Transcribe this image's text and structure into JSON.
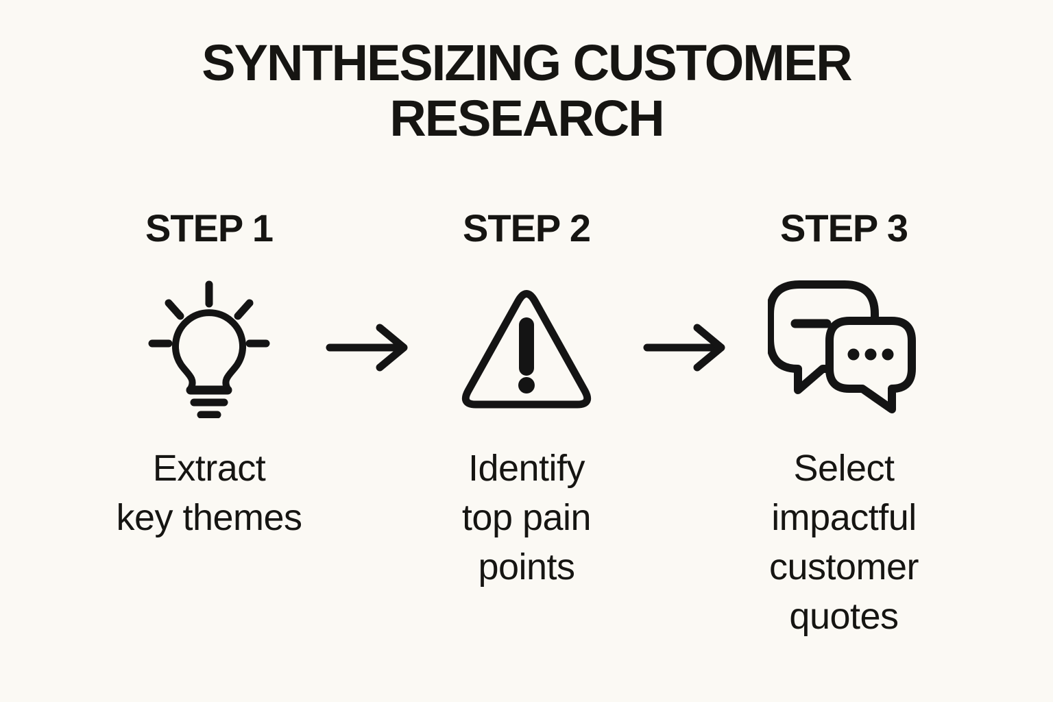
{
  "palette": {
    "background": "#FBF9F4",
    "ink": "#141414"
  },
  "header": {
    "title_line1": "SYNTHESIZING CUSTOMER",
    "title_line2": "RESEARCH"
  },
  "steps": [
    {
      "label": "STEP 1",
      "icon": "lightbulb-icon",
      "caption_lines": [
        "Extract",
        "key themes"
      ]
    },
    {
      "label": "STEP 2",
      "icon": "warning-triangle-icon",
      "caption_lines": [
        "Identify",
        "top pain",
        "points"
      ]
    },
    {
      "label": "STEP 3",
      "icon": "speech-bubbles-icon",
      "caption_lines": [
        "Select",
        "impactful",
        "customer",
        "quotes"
      ]
    }
  ],
  "connectors": [
    {
      "icon": "arrow-right-icon"
    },
    {
      "icon": "arrow-right-icon"
    }
  ]
}
